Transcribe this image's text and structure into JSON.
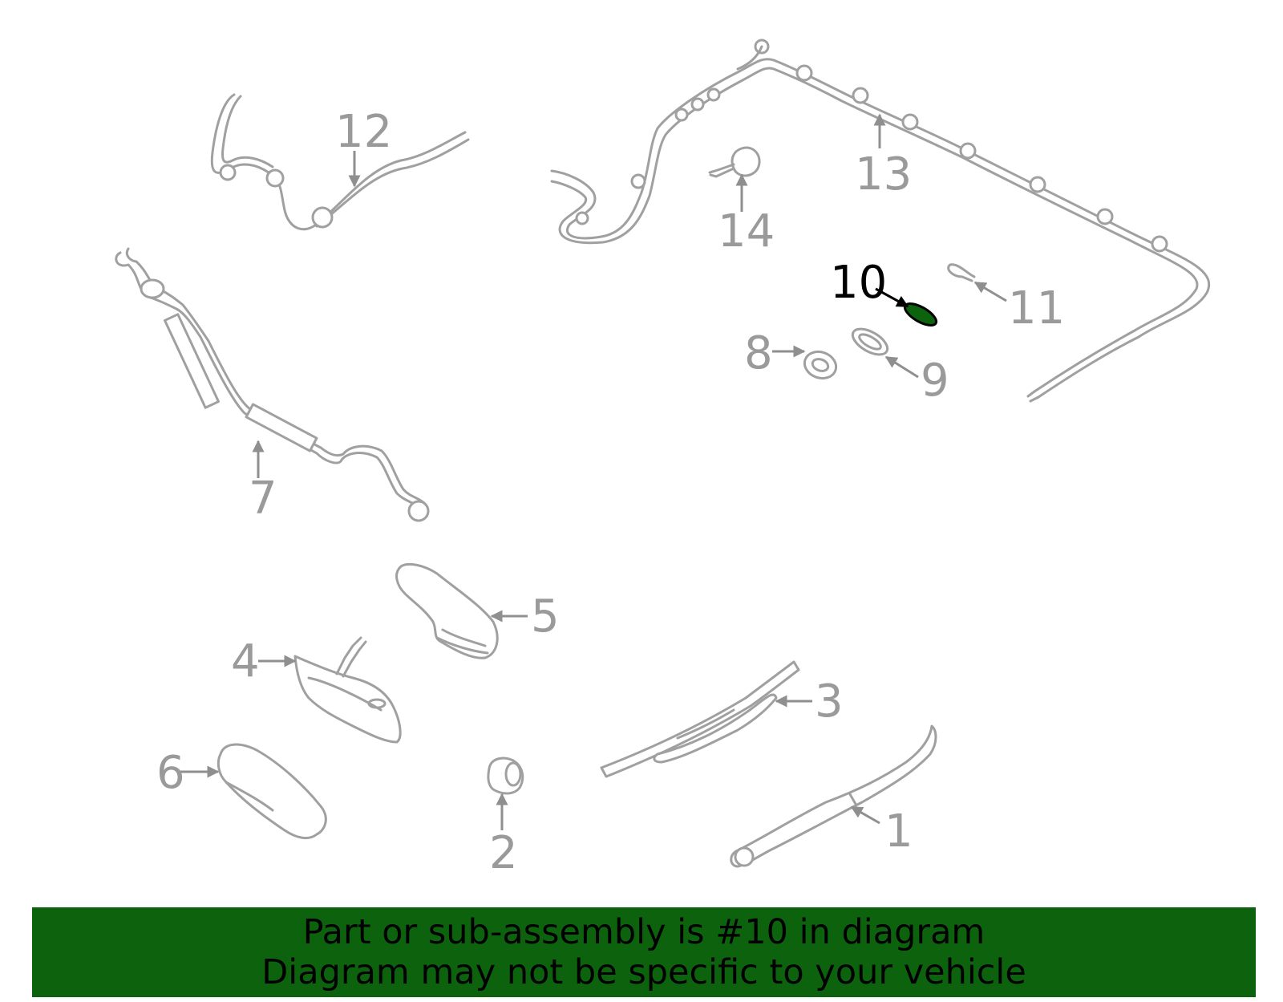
{
  "callouts": {
    "c1": "1",
    "c2": "2",
    "c3": "3",
    "c4": "4",
    "c5": "5",
    "c6": "6",
    "c7": "7",
    "c8": "8",
    "c9": "9",
    "c10": "10",
    "c11": "11",
    "c12": "12",
    "c13": "13",
    "c14": "14"
  },
  "highlighted_part": "10",
  "colors": {
    "part_stroke": "#a0a0a0",
    "highlight_part_fill": "#0d620d",
    "banner_bg": "#0d620d",
    "banner_text": "#000000"
  },
  "banner": {
    "line1": "Part or sub-assembly is #10 in diagram",
    "line2": "Diagram may not be specific to your vehicle"
  }
}
